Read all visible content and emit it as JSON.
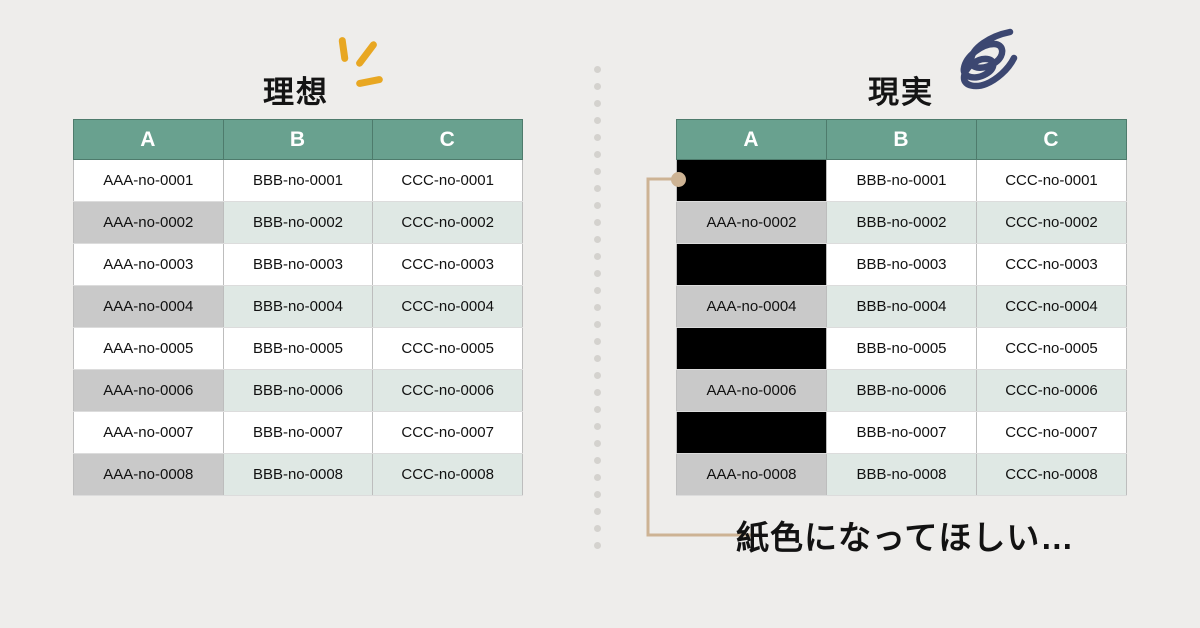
{
  "page": {
    "background_color": "#eeedeb",
    "header_color": "#69a18f",
    "band_col_a_color": "#c9c9c9",
    "band_col_bc_color": "#dfe8e4",
    "blackout_color": "#000000",
    "sparkle_color": "#e8a722",
    "scribble_color": "#3c4771",
    "callout_color": "#cdb394",
    "dot_divider_color": "#d4d2ce"
  },
  "left_panel": {
    "heading": "理想",
    "decoration": "sparkle-icon"
  },
  "right_panel": {
    "heading": "現実",
    "decoration": "scribble-icon"
  },
  "table": {
    "columns": [
      "A",
      "B",
      "C"
    ],
    "rows": [
      {
        "a": "AAA-no-0001",
        "b": "BBB-no-0001",
        "c": "CCC-no-0001",
        "band": false
      },
      {
        "a": "AAA-no-0002",
        "b": "BBB-no-0002",
        "c": "CCC-no-0002",
        "band": true
      },
      {
        "a": "AAA-no-0003",
        "b": "BBB-no-0003",
        "c": "CCC-no-0003",
        "band": false
      },
      {
        "a": "AAA-no-0004",
        "b": "BBB-no-0004",
        "c": "CCC-no-0004",
        "band": true
      },
      {
        "a": "AAA-no-0005",
        "b": "BBB-no-0005",
        "c": "CCC-no-0005",
        "band": false
      },
      {
        "a": "AAA-no-0006",
        "b": "BBB-no-0006",
        "c": "CCC-no-0006",
        "band": true
      },
      {
        "a": "AAA-no-0007",
        "b": "BBB-no-0007",
        "c": "CCC-no-0007",
        "band": false
      },
      {
        "a": "AAA-no-0008",
        "b": "BBB-no-0008",
        "c": "CCC-no-0008",
        "band": true
      }
    ],
    "blackout_rows_col_a": [
      0,
      2,
      4,
      6
    ]
  },
  "annotation": {
    "text": "紙色になってほしい…"
  }
}
